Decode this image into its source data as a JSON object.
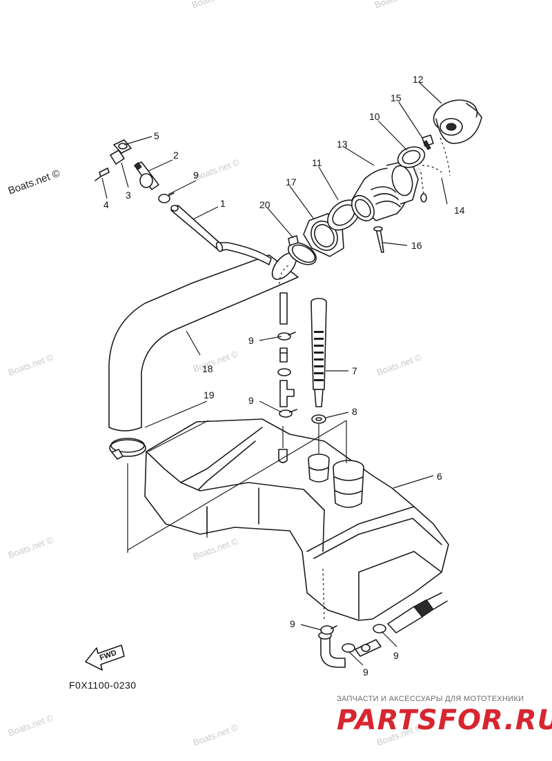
{
  "callouts": [
    {
      "id": "c1",
      "label": "1"
    },
    {
      "id": "c2",
      "label": "2"
    },
    {
      "id": "c3",
      "label": "3"
    },
    {
      "id": "c4",
      "label": "4"
    },
    {
      "id": "c5",
      "label": "5"
    },
    {
      "id": "c6",
      "label": "6"
    },
    {
      "id": "c7",
      "label": "7"
    },
    {
      "id": "c8",
      "label": "8"
    },
    {
      "id": "c9a",
      "label": "9"
    },
    {
      "id": "c9b",
      "label": "9"
    },
    {
      "id": "c9c",
      "label": "9"
    },
    {
      "id": "c9d",
      "label": "9"
    },
    {
      "id": "c9e",
      "label": "9"
    },
    {
      "id": "c9f",
      "label": "9"
    },
    {
      "id": "c10",
      "label": "10"
    },
    {
      "id": "c11",
      "label": "11"
    },
    {
      "id": "c12",
      "label": "12"
    },
    {
      "id": "c13",
      "label": "13"
    },
    {
      "id": "c14",
      "label": "14"
    },
    {
      "id": "c15",
      "label": "15"
    },
    {
      "id": "c16",
      "label": "16"
    },
    {
      "id": "c17",
      "label": "17"
    },
    {
      "id": "c18",
      "label": "18"
    },
    {
      "id": "c19",
      "label": "19"
    },
    {
      "id": "c20",
      "label": "20"
    }
  ],
  "diagram_code": "F0X1100-0230",
  "fwd_label": "FWD",
  "watermark_text": "Boats.net ©",
  "brand": {
    "tagline": "ЗАПЧАСТИ И АКСЕССУАРЫ ДЛЯ МОТОТЕХНИКИ",
    "name": "PARTSFOR.RU",
    "color": "#d7262f"
  }
}
